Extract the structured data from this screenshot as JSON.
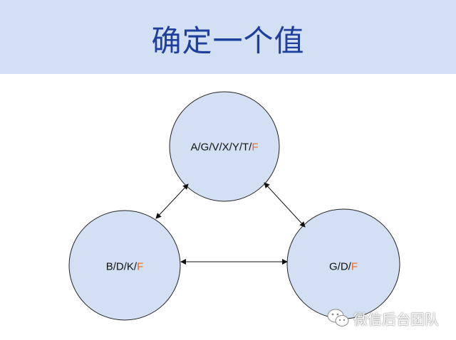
{
  "header": {
    "title": "确定一个值"
  },
  "nodes": [
    {
      "id": "top",
      "label_main": "A/G/V/X/Y/T/",
      "label_highlight": "F"
    },
    {
      "id": "left",
      "label_main": "B/D/K/",
      "label_highlight": "F"
    },
    {
      "id": "right",
      "label_main": "G/D/",
      "label_highlight": "F"
    }
  ],
  "watermark": {
    "text": "微信后台团队",
    "icon": "wechat-icon"
  },
  "colors": {
    "header_bg": "#d3e0f3",
    "title": "#1f3f9e",
    "node_fill": "#d3dff2",
    "node_stroke": "#222222",
    "highlight": "#e8692a"
  }
}
